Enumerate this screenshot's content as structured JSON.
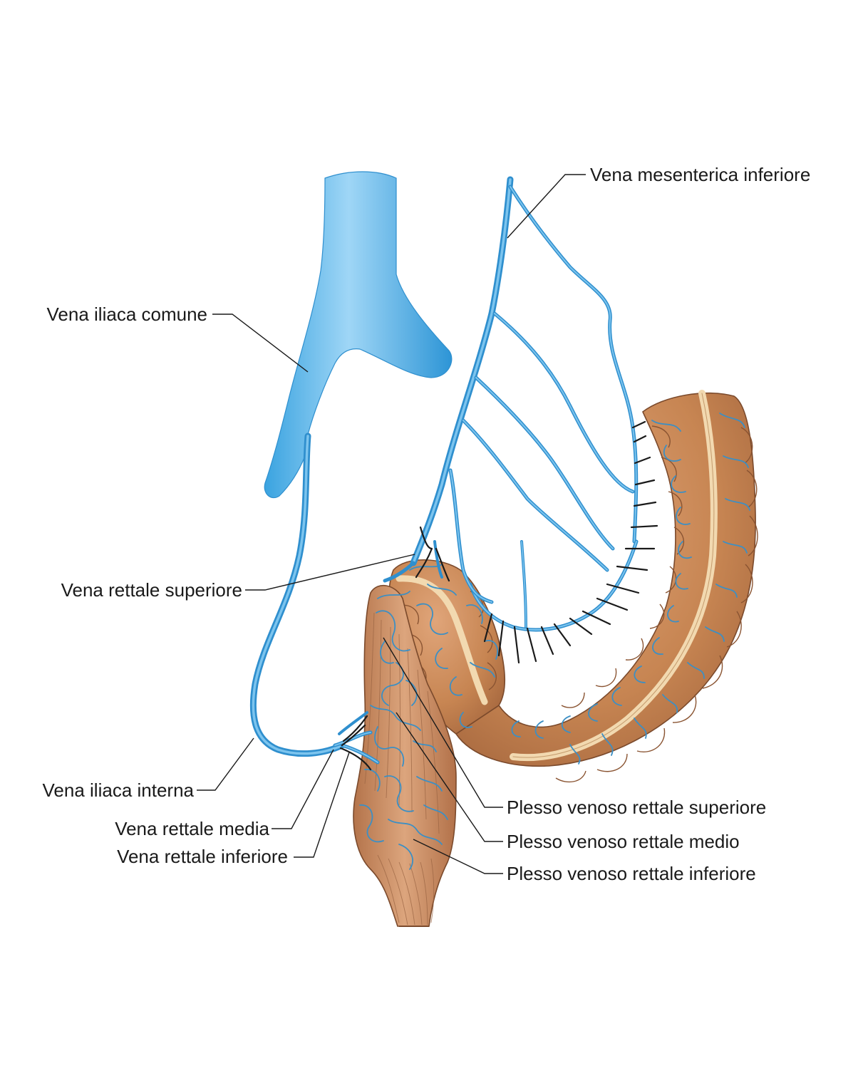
{
  "labels": {
    "vena_mesenterica_inferiore": "Vena mesenterica inferiore",
    "vena_iliaca_comune": "Vena iliaca comune",
    "vena_rettale_superiore": "Vena rettale superiore",
    "vena_iliaca_interna": "Vena iliaca interna",
    "vena_rettale_media": "Vena rettale media",
    "vena_rettale_inferiore": "Vena rettale inferiore",
    "plesso_venoso_rettale_superiore": "Plesso venoso rettale superiore",
    "plesso_venoso_rettale_medio": "Plesso venoso rettale medio",
    "plesso_venoso_rettale_inferiore": "Plesso venoso rettale inferiore"
  },
  "colors": {
    "vein": "#4aaee6",
    "vein_dark": "#2f8fce",
    "colon": "#c9875a",
    "colon_dark": "#9a5c36",
    "taenia": "#f2d9b0"
  }
}
